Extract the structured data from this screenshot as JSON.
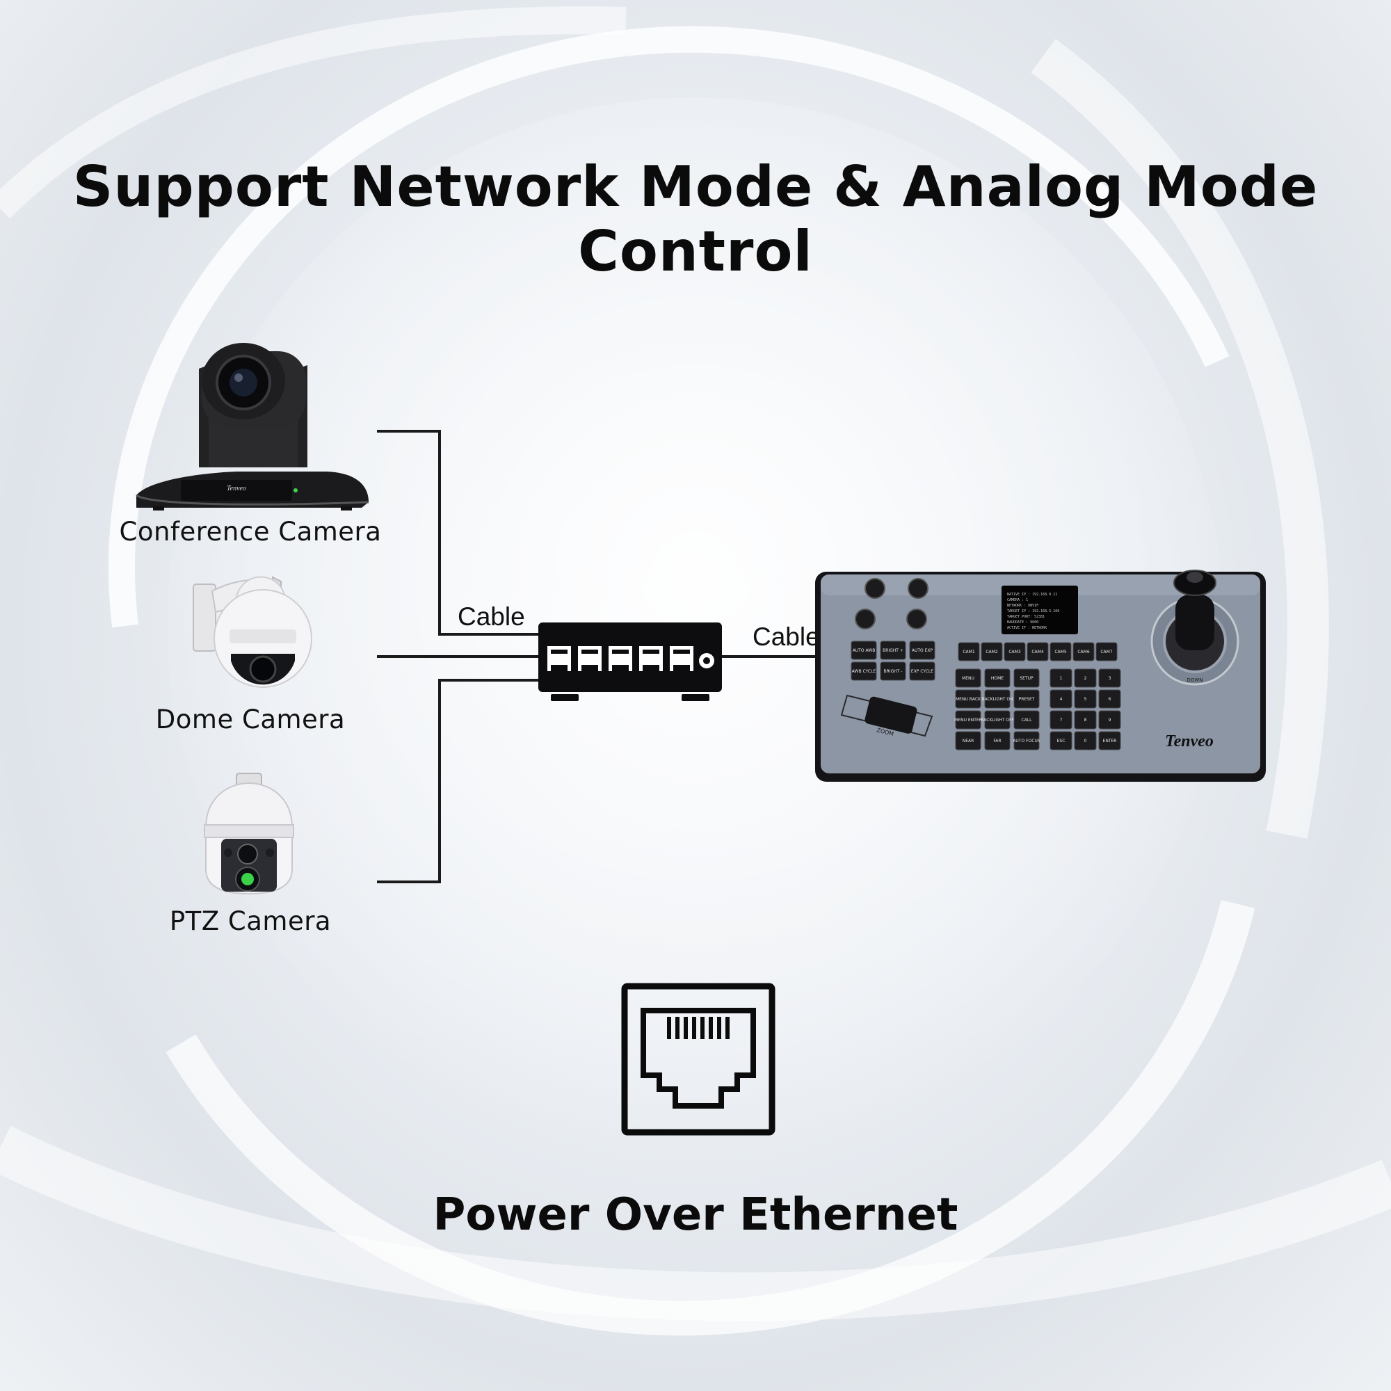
{
  "title": "Support Network Mode & Analog Mode Control",
  "cameras": [
    {
      "label": "Conference Camera",
      "icon": "conference-camera-icon"
    },
    {
      "label": "Dome Camera",
      "icon": "dome-camera-icon"
    },
    {
      "label": "PTZ Camera",
      "icon": "ptz-camera-icon"
    }
  ],
  "cables": {
    "left": "Cable",
    "right": "Cable"
  },
  "brand": "Tenveo",
  "controller": {
    "cam_keys": [
      "CAM1",
      "CAM2",
      "CAM3",
      "CAM4",
      "CAM5",
      "CAM6",
      "CAM7"
    ],
    "func_keys": [
      "MENU",
      "HOME",
      "SETUP",
      "MENU BACK",
      "BACKLIGHT ON",
      "PRESET",
      "MENU ENTER",
      "BACKLIGHT OFF",
      "CALL",
      "NEAR",
      "FAR",
      "AUTO FOCUS"
    ],
    "num_keys": [
      "1",
      "2",
      "3",
      "4",
      "5",
      "6",
      "7",
      "8",
      "9",
      "ESC",
      "0",
      "ENTER"
    ],
    "left_keys": [
      "AUTO AWB",
      "BRIGHT +",
      "AUTO EXP",
      "AWB CYCLE",
      "BRIGHT -",
      "EXP CYCLE"
    ],
    "zoom_label": "ZOOM",
    "joystick_label": "DOWN"
  },
  "poe": {
    "label": "Power Over Ethernet",
    "icon": "ethernet-port-icon"
  },
  "colors": {
    "line": "#1a1a1a",
    "controller": "#8c96a4",
    "key": "#1c1c1e"
  }
}
